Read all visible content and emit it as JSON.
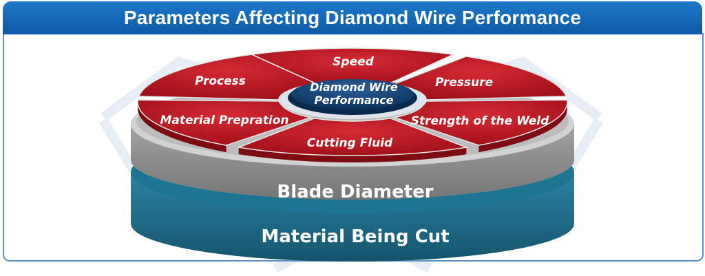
{
  "title": "Parameters Affecting Diamond Wire Performance",
  "center": {
    "line1": "Diamond Wire",
    "line2": "Performance"
  },
  "segments": [
    {
      "label": "Speed"
    },
    {
      "label": "Process"
    },
    {
      "label": "Pressure"
    },
    {
      "label": "Material Prepration"
    },
    {
      "label": "Strength of the Weld"
    },
    {
      "label": "Cutting Fluid"
    }
  ],
  "layers": {
    "middle": "Blade Diameter",
    "bottom": "Material Being Cut"
  },
  "colors": {
    "title_bar": "#1a6fc2",
    "segment_red": "#b5141f",
    "center_blue": "#0f3a6b",
    "middle_gray": "#8b8b8b",
    "bottom_teal": "#1d6b86",
    "separator_cyan": "#3bb1d8"
  }
}
